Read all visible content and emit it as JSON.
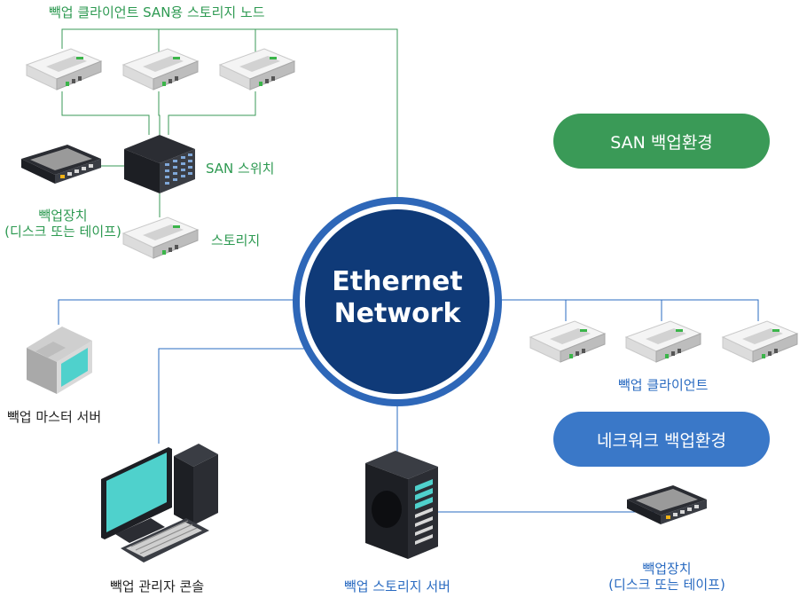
{
  "diagram": {
    "hub": {
      "line1": "Ethernet",
      "line2": "Network"
    },
    "labels": {
      "san_storage_nodes": "빽업 클라이언트 SAN용 스토리지 노드",
      "san_switch": "SAN 스위치",
      "backup_device_left_line1": "빽업장치",
      "backup_device_left_line2": "(디스크 또는 테이프)",
      "storage": "스토리지",
      "backup_master_server": "빽업 마스터 서버",
      "backup_admin_console": "빽업 관리자 콘솔",
      "backup_storage_server": "빽업 스토리지 서버",
      "backup_client": "빽업 클라이언트",
      "backup_device_right_line1": "빽업장치",
      "backup_device_right_line2": "(디스크 또는 테이프)"
    },
    "environments": {
      "san": "SAN 백업환경",
      "network": "네크워크 백업환경"
    },
    "colors": {
      "san_green": "#2e9a52",
      "network_blue": "#2a6bc1",
      "hub_navy": "#0f3a78",
      "hub_ring": "#2e67b8"
    },
    "icons": [
      "storage-node-icon",
      "san-switch-icon",
      "backup-device-icon",
      "monitor-icon",
      "desktop-pc-icon",
      "tower-server-icon"
    ]
  }
}
